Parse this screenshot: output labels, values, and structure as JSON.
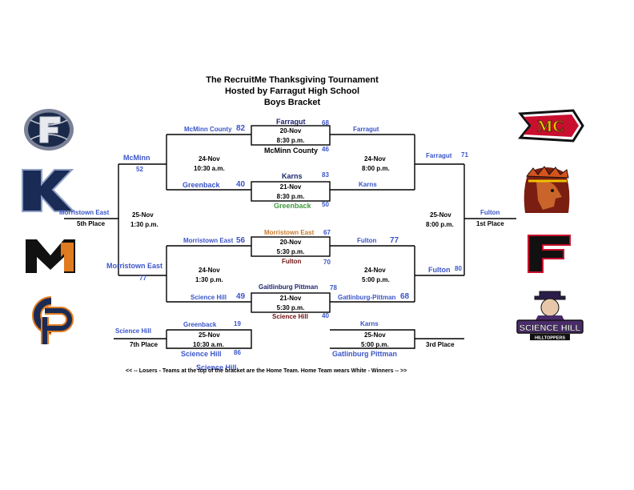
{
  "title": {
    "line1": "The RecruitMe Thanksgiving Tournament",
    "line2": "Hosted by Farragut High School",
    "line3": "Boys Bracket"
  },
  "logos": {
    "left": [
      {
        "icon": "farragut-f-basketball-icon",
        "letter": "F"
      },
      {
        "icon": "karns-k-icon",
        "letter": "K"
      },
      {
        "icon": "mcminn-m-icon",
        "letter": "M"
      },
      {
        "icon": "gatlinburg-pittman-gp-icon",
        "letter": "GP"
      }
    ],
    "right": [
      {
        "icon": "mcminn-central-mc-arrowhead-icon",
        "letter": "MC"
      },
      {
        "icon": "morristown-east-indian-head-icon",
        "letter": ""
      },
      {
        "icon": "fulton-f-icon",
        "letter": "F"
      },
      {
        "icon": "science-hill-hilltoppers-icon",
        "text": "SCIENCE HILL",
        "subtext": "HILLTOPPERS"
      }
    ]
  },
  "game1": {
    "team1": "Farragut",
    "score1": "68",
    "date": "20-Nov",
    "time": "8:30 p.m.",
    "team2": "McMinn  County",
    "score2": "46",
    "left_team": "McMinn County",
    "left_score": "82",
    "right_team": "Farragut"
  },
  "game2": {
    "team1": "Karns",
    "score1": "83",
    "date": "21-Nov",
    "time": "8:30 p.m.",
    "team2": "Greenback",
    "score2": "50",
    "left_team": "Greenback",
    "left_score": "40",
    "right_team": "Karns"
  },
  "game3": {
    "team1": "Morristown East",
    "score1": "67",
    "date": "20-Nov",
    "time": "5:30 p.m.",
    "team2": "Fulton",
    "score2": "70",
    "left_team": "Morristown East",
    "left_score": "56",
    "right_team": "Fulton",
    "right_score": "77"
  },
  "game4": {
    "team1": "Gaitlinburg Pittman",
    "score1": "78",
    "date": "21-Nov",
    "time": "5:30 p.m.",
    "team2": "Science  Hill",
    "score2": "40",
    "left_team": "Science  Hill",
    "left_score": "49",
    "right_team": "Gatlinburg-Pittman",
    "right_score": "68"
  },
  "semis": {
    "left_top": {
      "date": "24-Nov",
      "time": "10:30 a.m."
    },
    "right_top": {
      "date": "24-Nov",
      "time": "8:00 p.m."
    },
    "left_bottom": {
      "date": "24-Nov",
      "time": "1:30 p.m."
    },
    "right_bottom": {
      "date": "24-Nov",
      "time": "5:00 p.m."
    },
    "l_top_team": "McMinn",
    "l_top_score": "52",
    "l_bot_team": "Morristown East",
    "l_bot_score": "77",
    "r_top_team": "Farragut",
    "r_top_score": "71",
    "r_bot_team": "Fulton",
    "r_bot_score": "80"
  },
  "finals": {
    "fifth": {
      "team": "Morristown East",
      "place": "5th Place",
      "date": "25-Nov",
      "time": "1:30 p.m."
    },
    "first": {
      "team": "Fulton",
      "place": "1st Place",
      "date": "25-Nov",
      "time": "8:00 p.m."
    },
    "seventh": {
      "team": "Science Hill",
      "place": "7th Place",
      "top_team": "Greenback",
      "top_score": "19",
      "date": "25-Nov",
      "time": "10:30 a.m.",
      "bot_team": "Science  Hill",
      "bot_score": "86",
      "overlap_text": "Science  Hill"
    },
    "third": {
      "place": "3rd Place",
      "top_team": "Karns",
      "date": "25-Nov",
      "time": "5:00 p.m.",
      "bot_team": "Gatlinburg  Pittman"
    }
  },
  "footer": "<< --  Losers  -  Teams at the top of the bracket are the Home Team. Home Team wears White  -  Winners  -- >>",
  "colors": {
    "blue": "#3b55c8",
    "navy": "#1c2470",
    "maroon": "#6e1212",
    "orange": "#c8792e",
    "green": "#3f9a3f"
  }
}
